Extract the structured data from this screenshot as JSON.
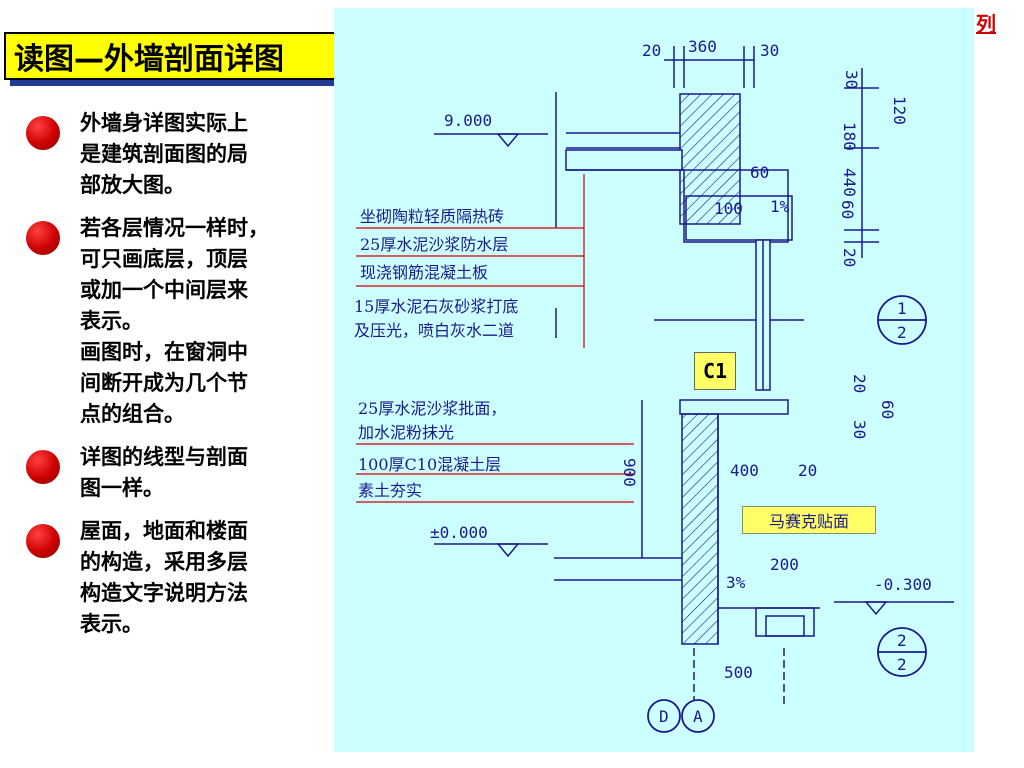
{
  "title": "读图—外墙剖面详图",
  "corner_link": "列",
  "bullets": [
    {
      "lines": [
        "外墙身详图实际上",
        "是建筑剖面图的局",
        "部放大图。"
      ]
    },
    {
      "lines": [
        "若各层情况一样时，",
        "可只画底层，顶层",
        "或加一个中间层来",
        "表示。",
        "画图时，在窗洞中",
        "间断开成为几个节",
        "点的组合。"
      ]
    },
    {
      "lines": [
        "详图的线型与剖面",
        "图一样。"
      ]
    },
    {
      "lines": [
        "屋面，地面和楼面",
        "的构造，采用多层",
        "构造文字说明方法",
        "表示。"
      ]
    }
  ],
  "drawing": {
    "dims_top": [
      "20",
      "360",
      "30"
    ],
    "dims_right_top": [
      "30",
      "120",
      "180",
      "440",
      "60",
      "20"
    ],
    "dim_60": "60",
    "dim_100": "100",
    "slope_top": "1%",
    "elev_top": "9.000",
    "elev_ground": "±0.000",
    "elev_outside": "-0.300",
    "notes_roof": [
      "坐砌陶粒轻质隔热砖",
      "25厚水泥沙浆防水层",
      "现浇钢筋混凝土板",
      "15厚水泥石灰砂浆打底",
      "及压光，喷白灰水二道"
    ],
    "notes_sill": [
      "25厚水泥沙浆批面，",
      "加水泥粉抹光"
    ],
    "notes_floor": [
      "100厚C10混凝土层",
      "素土夯实"
    ],
    "window_label": "C1",
    "dims_right_mid": [
      "20",
      "60",
      "30"
    ],
    "dim_900": "900",
    "dim_400": "400",
    "dim_20b": "20",
    "dim_200": "200",
    "dim_500": "500",
    "slope_bottom": "3%",
    "mosaic_label": "马赛克贴面",
    "section_1": {
      "top": "1",
      "bottom": "2"
    },
    "section_2": {
      "top": "2",
      "bottom": "2"
    },
    "axis_d": "D",
    "axis_a": "A"
  },
  "colors": {
    "title_bg": "#ffff00",
    "bullet": "#cc0000",
    "drawing_bg": "#ccffff",
    "line": "#1a1a8c",
    "leader": "#cc0000"
  }
}
